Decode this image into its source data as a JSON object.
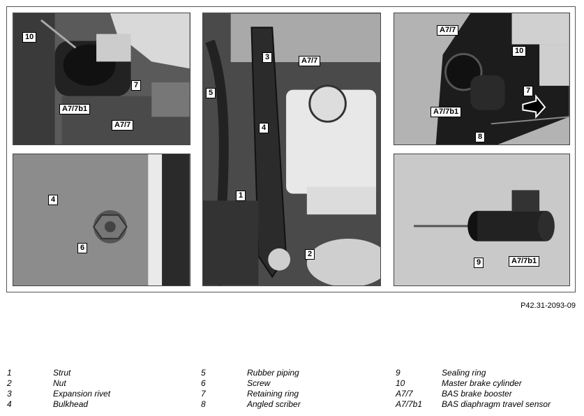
{
  "figure_id": "P42.31-2093-09",
  "panels": {
    "top_left": {
      "callouts": [
        "10",
        "7",
        "A7/7b1",
        "A7/7"
      ]
    },
    "bottom_left": {
      "callouts": [
        "4",
        "6"
      ]
    },
    "center": {
      "callouts": [
        "3",
        "A7/7",
        "5",
        "4",
        "1",
        "2"
      ]
    },
    "top_right": {
      "callouts": [
        "A7/7",
        "10",
        "7",
        "A7/7b1",
        "8"
      ]
    },
    "bottom_right": {
      "callouts": [
        "9",
        "A7/7b1"
      ]
    }
  },
  "legend": [
    [
      {
        "code": "1",
        "desc": "Strut"
      },
      {
        "code": "2",
        "desc": "Nut"
      },
      {
        "code": "3",
        "desc": "Expansion rivet"
      },
      {
        "code": "4",
        "desc": "Bulkhead"
      }
    ],
    [
      {
        "code": "5",
        "desc": "Rubber piping"
      },
      {
        "code": "6",
        "desc": "Screw"
      },
      {
        "code": "7",
        "desc": "Retaining ring"
      },
      {
        "code": "8",
        "desc": "Angled scriber"
      }
    ],
    [
      {
        "code": "9",
        "desc": "Sealing ring"
      },
      {
        "code": "10",
        "desc": "Master brake cylinder"
      },
      {
        "code": "A7/7",
        "desc": "BAS brake booster"
      },
      {
        "code": "A7/7b1",
        "desc": "BAS diaphragm travel sensor"
      }
    ]
  ]
}
